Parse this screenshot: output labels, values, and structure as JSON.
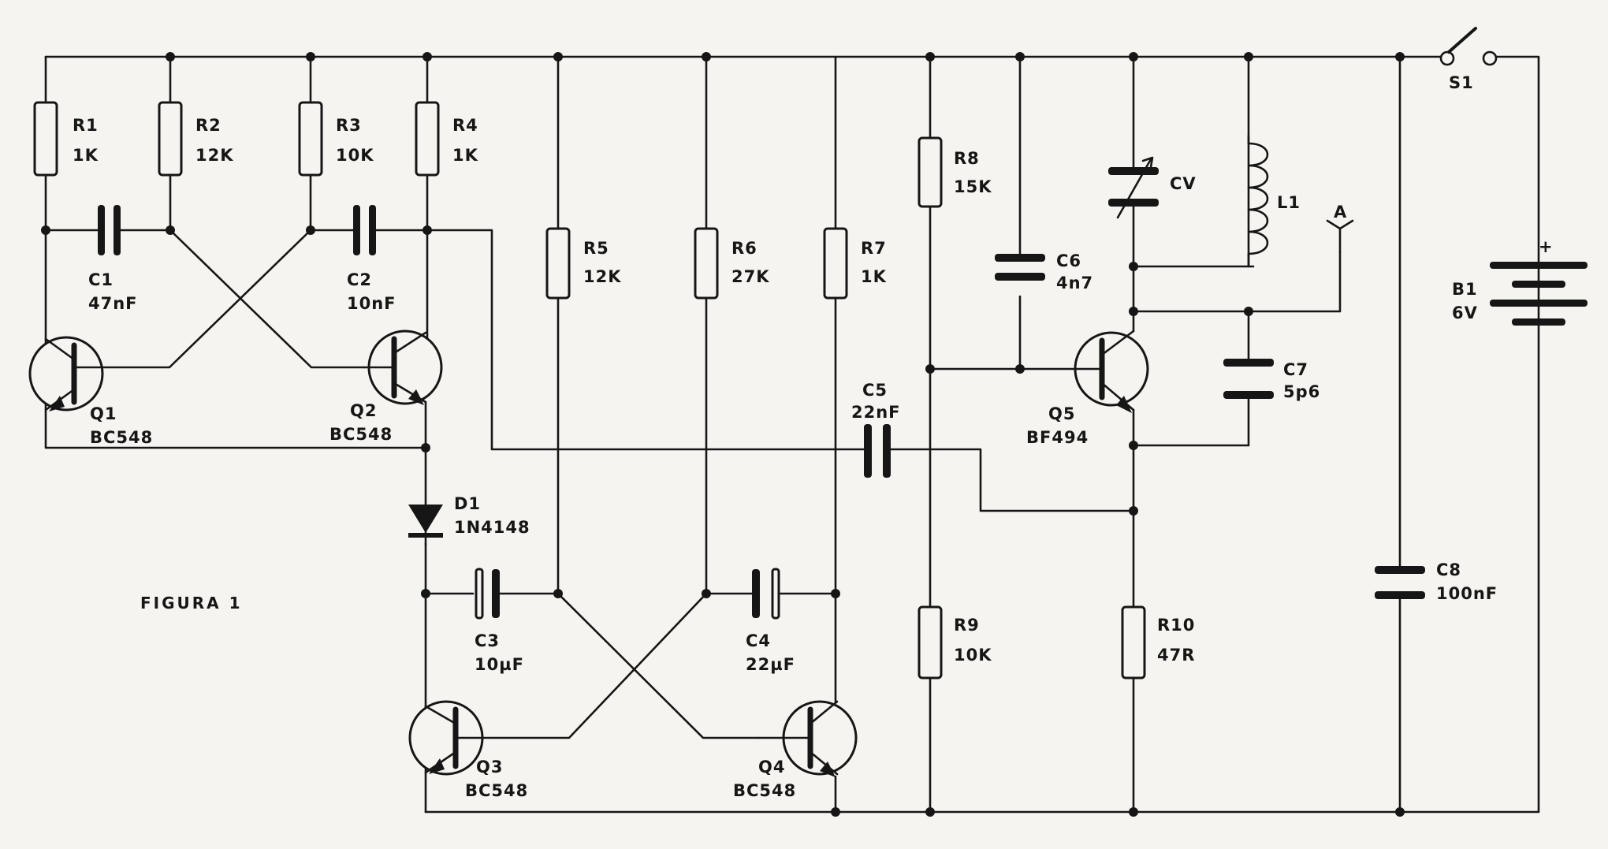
{
  "figure_label": "FIGURA 1",
  "resistors": [
    {
      "ref": "R1",
      "value": "1K"
    },
    {
      "ref": "R2",
      "value": "12K"
    },
    {
      "ref": "R3",
      "value": "10K"
    },
    {
      "ref": "R4",
      "value": "1K"
    },
    {
      "ref": "R5",
      "value": "12K"
    },
    {
      "ref": "R6",
      "value": "27K"
    },
    {
      "ref": "R7",
      "value": "1K"
    },
    {
      "ref": "R8",
      "value": "15K"
    },
    {
      "ref": "R9",
      "value": "10K"
    },
    {
      "ref": "R10",
      "value": "47R"
    }
  ],
  "capacitors": [
    {
      "ref": "C1",
      "value": "47nF"
    },
    {
      "ref": "C2",
      "value": "10nF"
    },
    {
      "ref": "C3",
      "value": "10µF"
    },
    {
      "ref": "C4",
      "value": "22µF"
    },
    {
      "ref": "C5",
      "value": "22nF"
    },
    {
      "ref": "C6",
      "value": "4n7"
    },
    {
      "ref": "C7",
      "value": "5p6"
    },
    {
      "ref": "C8",
      "value": "100nF"
    }
  ],
  "variable_capacitor": {
    "ref": "CV"
  },
  "inductor": {
    "ref": "L1"
  },
  "antenna": {
    "ref": "A"
  },
  "transistors": [
    {
      "ref": "Q1",
      "part": "BC548"
    },
    {
      "ref": "Q2",
      "part": "BC548"
    },
    {
      "ref": "Q3",
      "part": "BC548"
    },
    {
      "ref": "Q4",
      "part": "BC548"
    },
    {
      "ref": "Q5",
      "part": "BF494"
    }
  ],
  "diode": {
    "ref": "D1",
    "part": "1N4148"
  },
  "switch": {
    "ref": "S1"
  },
  "battery": {
    "ref": "B1",
    "value": "6V",
    "polarity": "+"
  }
}
